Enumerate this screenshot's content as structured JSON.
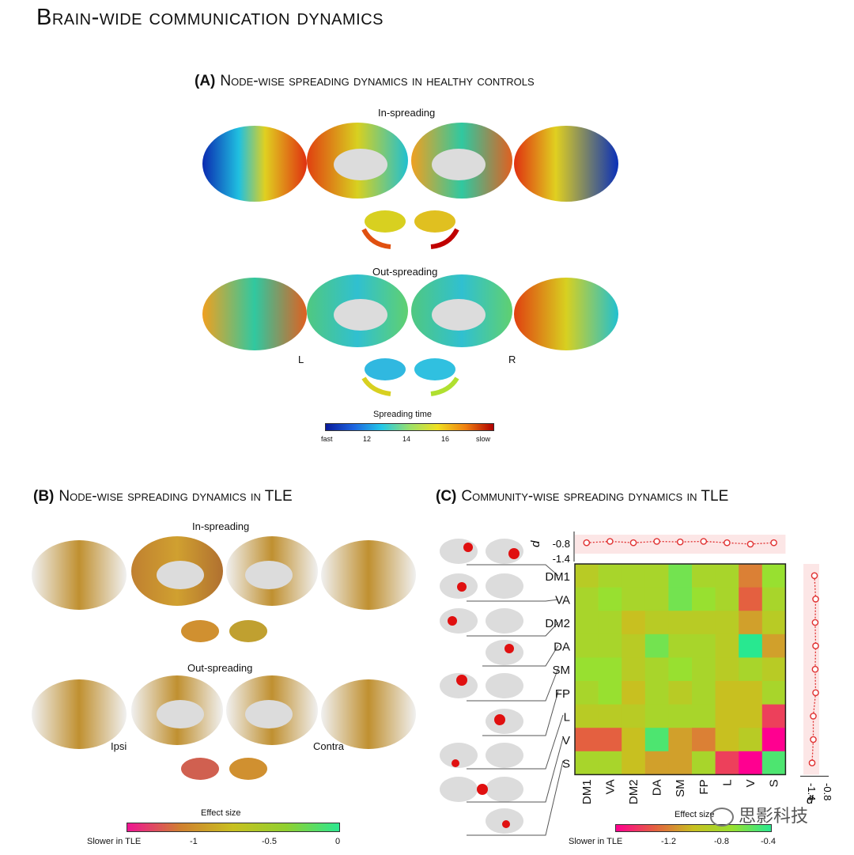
{
  "main_title": "Brain-wide communication dynamics",
  "panel_a": {
    "letter": "(A)",
    "title": "Node-wise spreading dynamics in healthy controls",
    "row1_label": "In-spreading",
    "row2_label": "Out-spreading",
    "left_label": "L",
    "right_label": "R",
    "colorbar": {
      "title": "Spreading time",
      "ticks": [
        "fast",
        "12",
        "14",
        "16",
        "slow"
      ],
      "colors": [
        "#0a1a9a",
        "#1e64e0",
        "#22c8e8",
        "#9ae06a",
        "#f0e020",
        "#f08010",
        "#b00000"
      ]
    }
  },
  "panel_b": {
    "letter": "(B)",
    "title": "Node-wise spreading dynamics in TLE",
    "row1_label": "In-spreading",
    "row2_label": "Out-spreading",
    "left_label": "Ipsi",
    "right_label": "Contra",
    "colorbar": {
      "title": "Effect size",
      "left_text": "Slower in TLE",
      "ticks": [
        "-1",
        "-0.5",
        "0"
      ],
      "colors": [
        "#ee1493",
        "#d08030",
        "#c8c020",
        "#90d030",
        "#2ce890"
      ]
    }
  },
  "panel_c": {
    "letter": "(C)",
    "title": "Community-wise spreading dynamics in TLE",
    "side_axis_label": "d",
    "side_ticks": [
      "-0.8",
      "-1.4"
    ],
    "colorbar": {
      "title": "Effect size",
      "left_text": "Slower in TLE",
      "ticks": [
        "-1.2",
        "-0.8",
        "-0.4"
      ]
    }
  },
  "watermark": "思影科技",
  "chart_data": {
    "type": "heatmap",
    "rows": [
      "DM1",
      "VA",
      "DM2",
      "DA",
      "SM",
      "FP",
      "L",
      "V",
      "S"
    ],
    "columns": [
      "DM1",
      "VA",
      "DM2",
      "DA",
      "SM",
      "FP",
      "L",
      "V",
      "S"
    ],
    "values": [
      [
        -0.9,
        -0.8,
        -0.8,
        -0.8,
        -0.6,
        -0.8,
        -0.8,
        -1.2,
        -0.7
      ],
      [
        -0.8,
        -0.7,
        -0.8,
        -0.8,
        -0.6,
        -0.7,
        -0.8,
        -1.3,
        -0.8
      ],
      [
        -0.8,
        -0.8,
        -1.0,
        -0.9,
        -0.9,
        -0.9,
        -0.9,
        -1.1,
        -0.9
      ],
      [
        -0.8,
        -0.8,
        -0.9,
        -0.6,
        -0.8,
        -0.8,
        -0.9,
        -0.4,
        -1.1
      ],
      [
        -0.7,
        -0.7,
        -0.9,
        -0.8,
        -0.7,
        -0.8,
        -0.9,
        -0.8,
        -0.9
      ],
      [
        -0.8,
        -0.7,
        -1.0,
        -0.8,
        -0.9,
        -0.8,
        -1.0,
        -1.0,
        -0.8
      ],
      [
        -0.9,
        -0.9,
        -0.9,
        -0.8,
        -0.8,
        -0.8,
        -1.0,
        -1.0,
        -1.4
      ],
      [
        -1.3,
        -1.3,
        -1.0,
        -0.5,
        -1.1,
        -1.2,
        -1.0,
        -0.9,
        -1.6
      ],
      [
        -0.8,
        -0.8,
        -1.0,
        -1.1,
        -1.1,
        -0.8,
        -1.4,
        -1.7,
        -0.5
      ]
    ],
    "column_means_d": [
      -1.1,
      -1.05,
      -1.1,
      -1.05,
      -1.07,
      -1.05,
      -1.1,
      -1.15,
      -1.1
    ],
    "row_means_d": [
      -1.1,
      -1.05,
      -1.07,
      -1.05,
      -1.07,
      -1.05,
      -1.15,
      -1.15,
      -1.2
    ],
    "colormap": [
      "#ff0090",
      "#e46040",
      "#c8c020",
      "#98e030",
      "#28e890"
    ],
    "scale_range": [
      -1.6,
      -0.4
    ]
  }
}
